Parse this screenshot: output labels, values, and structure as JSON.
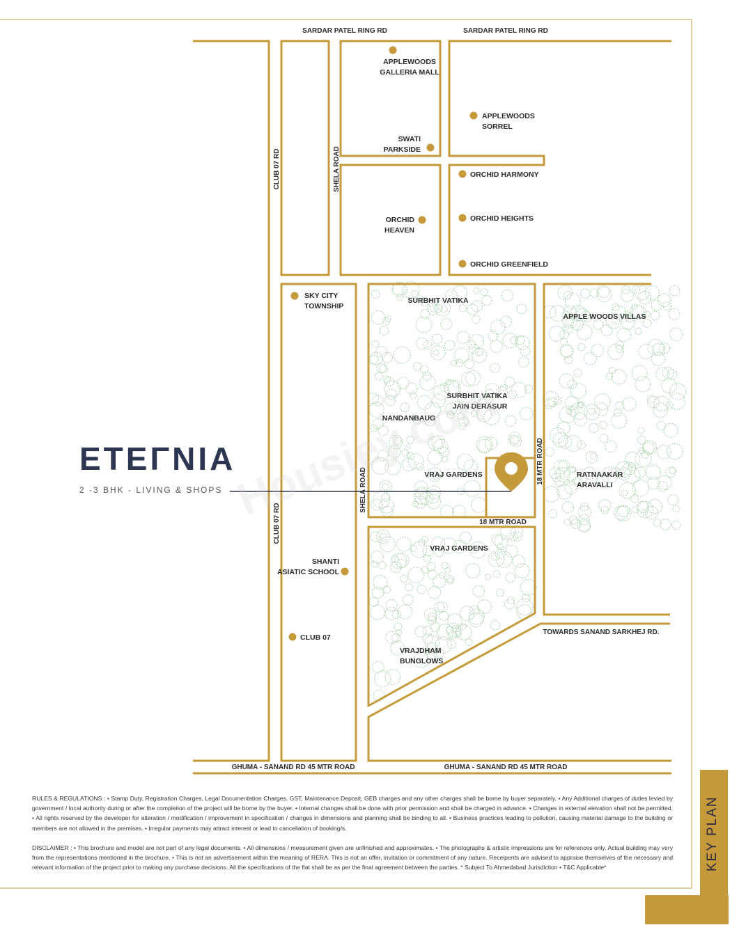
{
  "colors": {
    "road_gold": "#c49a3a",
    "pin_gold": "#c49a3a",
    "tree_green": "#b6d8b6",
    "brand_navy": "#2d3650",
    "brand_accent": "#c49a3a"
  },
  "roads": {
    "sardar_left": "SARDAR PATEL RING RD",
    "sardar_right": "SARDAR PATEL RING RD",
    "club07_top": "CLUB 07 RD",
    "club07_bottom": "CLUB 07 RD",
    "shela_top": "SHELA ROAD",
    "shela_bottom": "SHELA ROAD",
    "mtr18_vertical": "18 MTR ROAD",
    "mtr18_horizontal": "18 MTR ROAD",
    "sanand": "TOWARDS SANAND SARKHEJ RD.",
    "ghuma_left": "GHUMA  - SANAND RD  45 MTR ROAD",
    "ghuma_right": "GHUMA  - SANAND RD  45 MTR ROAD"
  },
  "places": {
    "galleria_1": "APPLEWOODS",
    "galleria_2": "GALLERIA MALL",
    "sorrel_1": "APPLEWOODS",
    "sorrel_2": "SORREL",
    "swati_1": "SWATI",
    "swati_2": "PARKSIDE",
    "harmony": "ORCHID HARMONY",
    "heights": "ORCHID HEIGHTS",
    "greenfield": "ORCHID GREENFIELD",
    "heaven_1": "ORCHID",
    "heaven_2": "HEAVEN",
    "skycity_1": "SKY CITY",
    "skycity_2": "TOWNSHIP",
    "surbhit": "SURBHIT VATIKA",
    "applevillas": "APPLE WOODS VILLAS",
    "jain_1": "SURBHIT VATIKA",
    "jain_2": "JAIN DERASUR",
    "nandanbaug": "NANDANBAUG",
    "vraj_1": "VRAJ GARDENS",
    "vraj_2": "VRAJ GARDENS",
    "ratnaakar_1": "RATNAAKAR",
    "ratnaakar_2": "ARAVALLI",
    "shanti_1": "SHANTI",
    "shanti_2": "ASIATIC SCHOOL",
    "club07": "CLUB 07",
    "vrajdham_1": "VRAJDHAM",
    "vrajdham_2": "BUNGLOWS"
  },
  "brand": {
    "name": "ETEΓNIA",
    "tagline": "2 -3 BHK - LIVING & SHOPS"
  },
  "watermark": "Housiey.com",
  "disclaimer": {
    "rules": "RULES & REGULATIONS  :  • Stamp Duty, Registration Charges, Legal Documentation Charges, GST, Maintenance Deposit, GEB charges and  any other charges shall be borne by buyer separately. •  Any Additional charges of duties levied by government / local authority during or after the completion of the project will be borne by the buyer. • Internal changes shall be done with prior permission and shall be charged in advance. • Changes in external elevation shall not be permitted. • All rights reserved by the developer for alteration / modification / improvement in specification / changes in dimensions and planning shall be binding to all. • Business practices leading to pollution, causing material damage to the building or members are not allowed in the premises. • Irregular payments may attract interest or lead to cancellation of booking/s.",
    "disclaimer": "DISCLAIMER  :  • This brochure and model are not part of any legal documents. • All dimensions / measurement given are unfinished and approximates. • The photographs & artistic  impressions are for references only.  Actual building may very from the representations  mentioned in the brochure. • This is not an advertisement within the meaning of RERA. This is not an offer, invitation or commitment of any nature. Receipents are advised to appraise themselves of the necessary and relevant information of the project prior to making any purchase decisions. All the specifications of the flat shall be as per the final agreement between the parties. * Subject To Ahmedabad Jurisdiction • T&C Applicable*"
  },
  "key_plan": "KEY PLAN"
}
